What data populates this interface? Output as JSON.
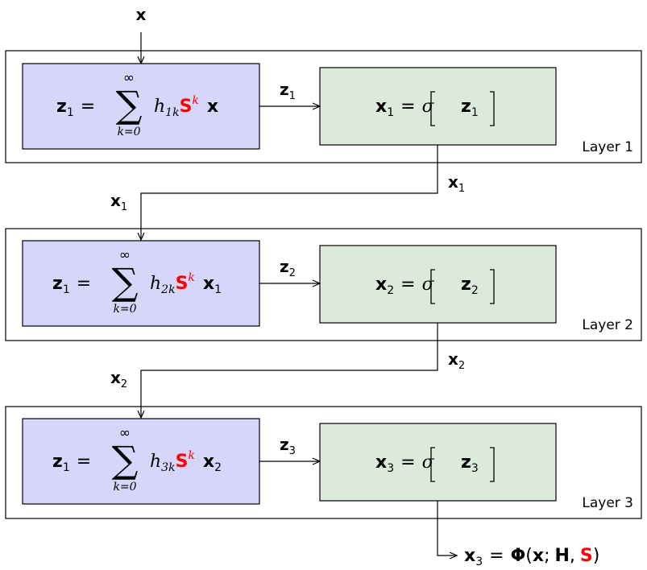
{
  "input_label": "x",
  "layers": [
    {
      "name": "Layer 1",
      "filter": {
        "lhs": "z",
        "lhs_sub": "1",
        "sum_sup": "∞",
        "sum_sub": "k=0",
        "h": "h",
        "h_sub": "1k",
        "shift": "S",
        "shift_sup": "k",
        "signal": "x",
        "signal_sub": ""
      },
      "edge_label": {
        "main": "z",
        "sub": "1"
      },
      "activation": {
        "lhs": "x",
        "lhs_sub": "1",
        "sigma": "σ",
        "arg": "z",
        "arg_sub": "1"
      },
      "output_label": {
        "main": "x",
        "sub": "1"
      }
    },
    {
      "name": "Layer 2",
      "filter": {
        "lhs": "z",
        "lhs_sub": "1",
        "sum_sup": "∞",
        "sum_sub": "k=0",
        "h": "h",
        "h_sub": "2k",
        "shift": "S",
        "shift_sup": "k",
        "signal": "x",
        "signal_sub": "1"
      },
      "edge_label": {
        "main": "z",
        "sub": "2"
      },
      "activation": {
        "lhs": "x",
        "lhs_sub": "2",
        "sigma": "σ",
        "arg": "z",
        "arg_sub": "2"
      },
      "output_label": {
        "main": "x",
        "sub": "2"
      }
    },
    {
      "name": "Layer 3",
      "filter": {
        "lhs": "z",
        "lhs_sub": "1",
        "sum_sup": "∞",
        "sum_sub": "k=0",
        "h": "h",
        "h_sub": "3k",
        "shift": "S",
        "shift_sup": "k",
        "signal": "x",
        "signal_sub": "2"
      },
      "edge_label": {
        "main": "z",
        "sub": "3"
      },
      "activation": {
        "lhs": "x",
        "lhs_sub": "3",
        "sigma": "σ",
        "arg": "z",
        "arg_sub": "3"
      },
      "output_label": {
        "main": "x",
        "sub": "3"
      }
    }
  ],
  "final_output": {
    "lhs": "x",
    "lhs_sub": "3",
    "eq": "=",
    "phi": "Φ",
    "open": "(",
    "a": "x",
    "sep1": ";",
    "b": "H",
    "sep2": ",",
    "c": "S",
    "close": ")"
  },
  "colors": {
    "filter_fill": "#d6d6fb",
    "activation_fill": "#dceadb",
    "highlight": "#ff0000",
    "stroke": "#000000"
  }
}
